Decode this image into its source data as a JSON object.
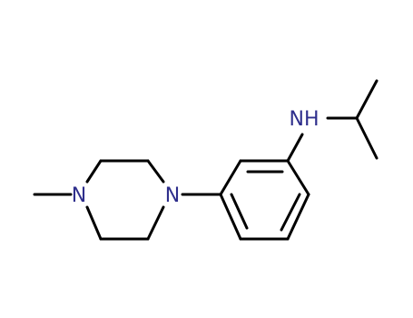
{
  "molecule": {
    "colors": {
      "bond": "#000000",
      "nitrogen": "#2e2e8c",
      "background": "#ffffff"
    },
    "atoms": {
      "n_methyl": "N",
      "n_aryl": "N",
      "nh_amine": "NH"
    }
  }
}
